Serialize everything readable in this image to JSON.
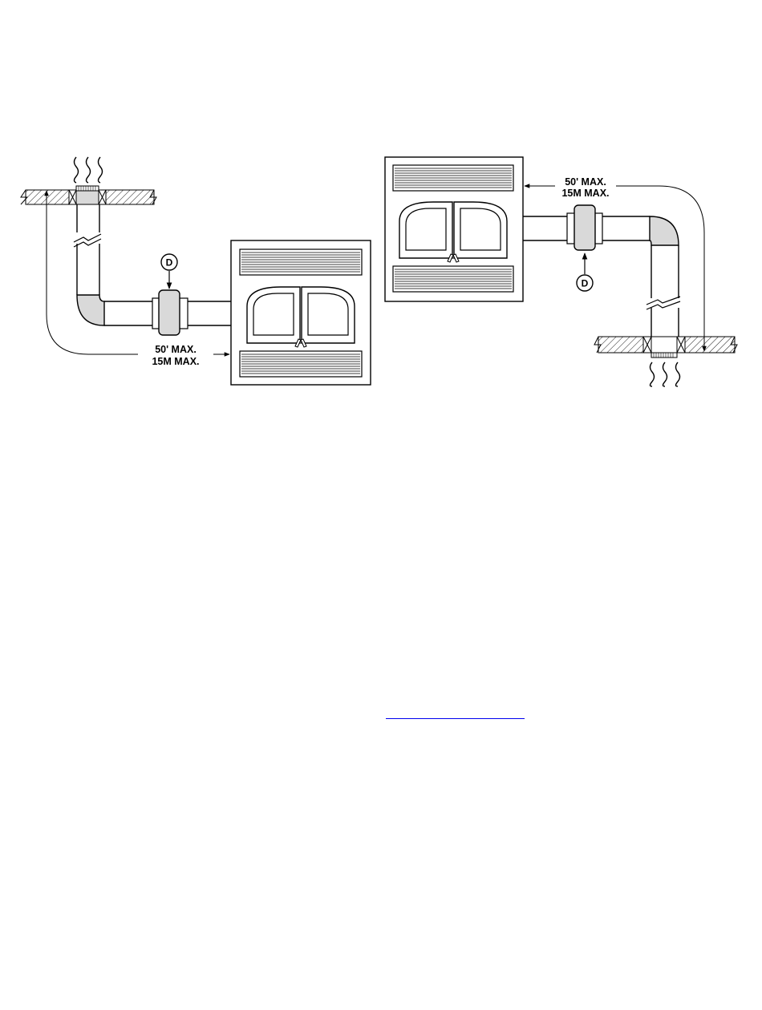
{
  "left_diagram": {
    "distance_label": [
      "50' MAX.",
      "15M MAX."
    ],
    "component_label": "D"
  },
  "right_diagram": {
    "distance_label": [
      "50' MAX.",
      "15M MAX."
    ],
    "component_label": "D"
  },
  "colors": {
    "line": "#000000",
    "shade": "#d9d9d9",
    "link": "#0000ee"
  }
}
